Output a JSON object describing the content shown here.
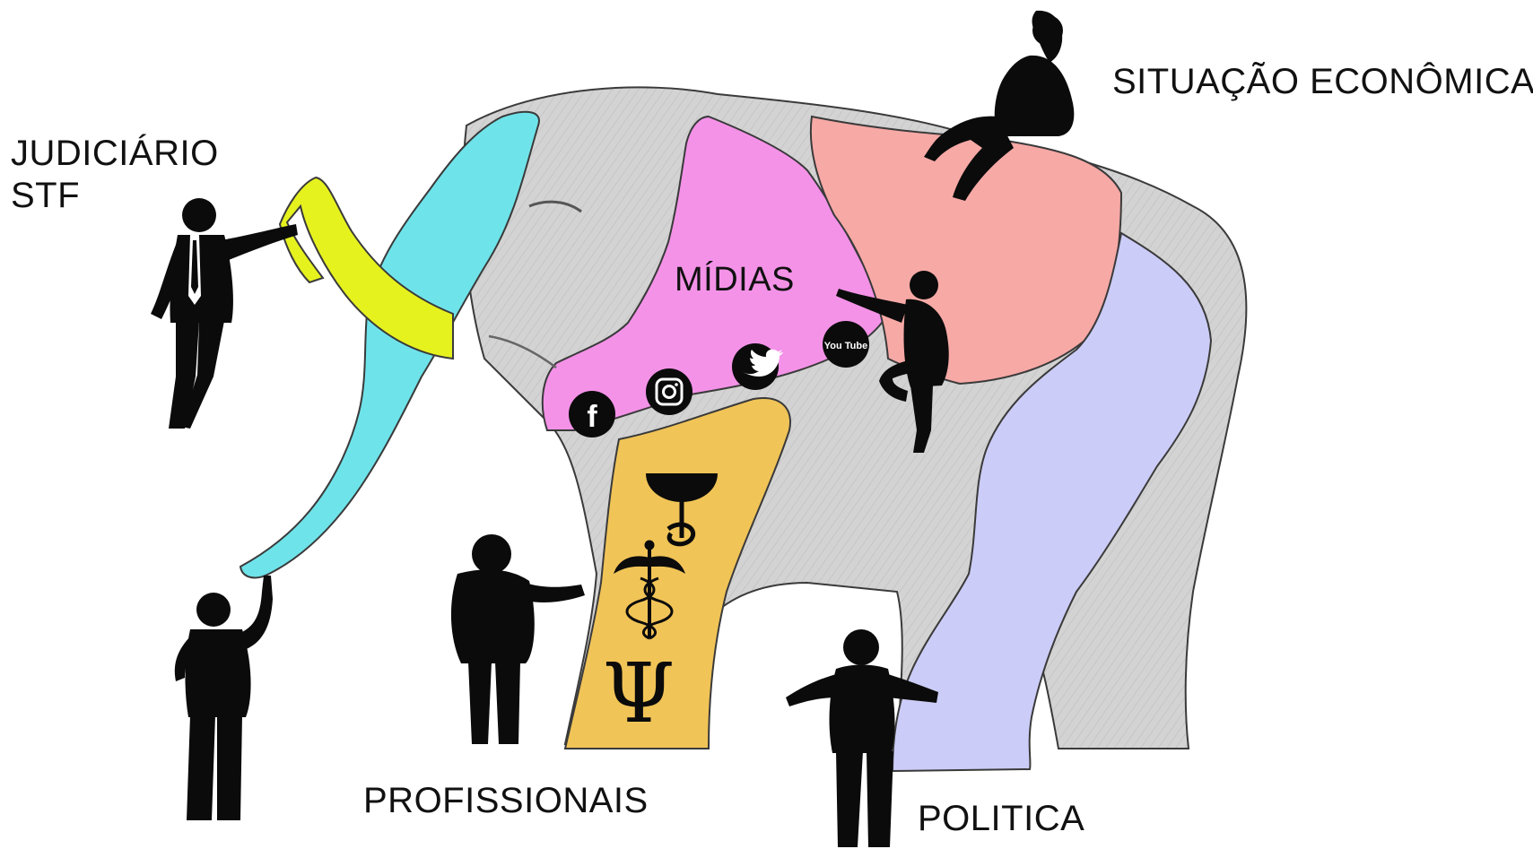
{
  "labels": {
    "judiciario": {
      "line1": "JUDICIÁRIO",
      "line2": "STF"
    },
    "situacao_economica": "SITUAÇÃO ECONÔMICA",
    "midias": "MÍDIAS",
    "profissionais": "PROFISSIONAIS",
    "politica": "POLITICA"
  },
  "icons": {
    "social": [
      "facebook-icon",
      "instagram-icon",
      "twitter-icon",
      "youtube-icon"
    ],
    "social_text": {
      "facebook": "f",
      "youtube": "You Tube"
    },
    "professions": [
      "bowl-of-hygieia-icon",
      "caduceus-icon",
      "psi-icon"
    ],
    "psi_glyph": "Ψ"
  },
  "colors": {
    "body": "#d3d3d3",
    "trunk": "#6fe3ea",
    "tusk": "#e6f21e",
    "ear": "#f492e8",
    "back": "#f7a9a6",
    "hind_leg": "#ccccf8",
    "front_leg": "#f1c457",
    "silhouette": "#0b0b0b"
  }
}
